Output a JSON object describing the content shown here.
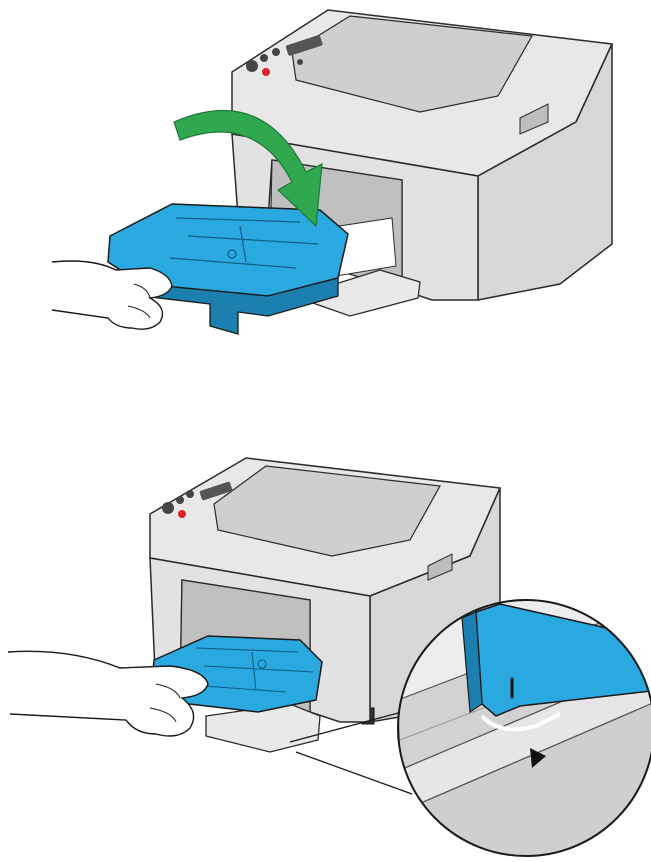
{
  "colors": {
    "cover_blue": "#29a9e0",
    "cover_blue_dark": "#1b7fb0",
    "arrow_green": "#2fa84f",
    "arrow_green_dark": "#1e7a36",
    "printer_body": "#e4e4e4",
    "printer_shade": "#bdbdbd",
    "printer_dark": "#9a9a9a",
    "line": "#2a2a2a",
    "paper": "#ffffff",
    "indicator_red": "#d6262c"
  },
  "steps": [
    {
      "id": "step-1",
      "action": "attach-paper-cover",
      "arrow": "curved-arrow-icon"
    },
    {
      "id": "step-2",
      "action": "align-cover-with-mark",
      "callout": "zoom-callout",
      "mark": "triangle-mark-icon"
    }
  ]
}
